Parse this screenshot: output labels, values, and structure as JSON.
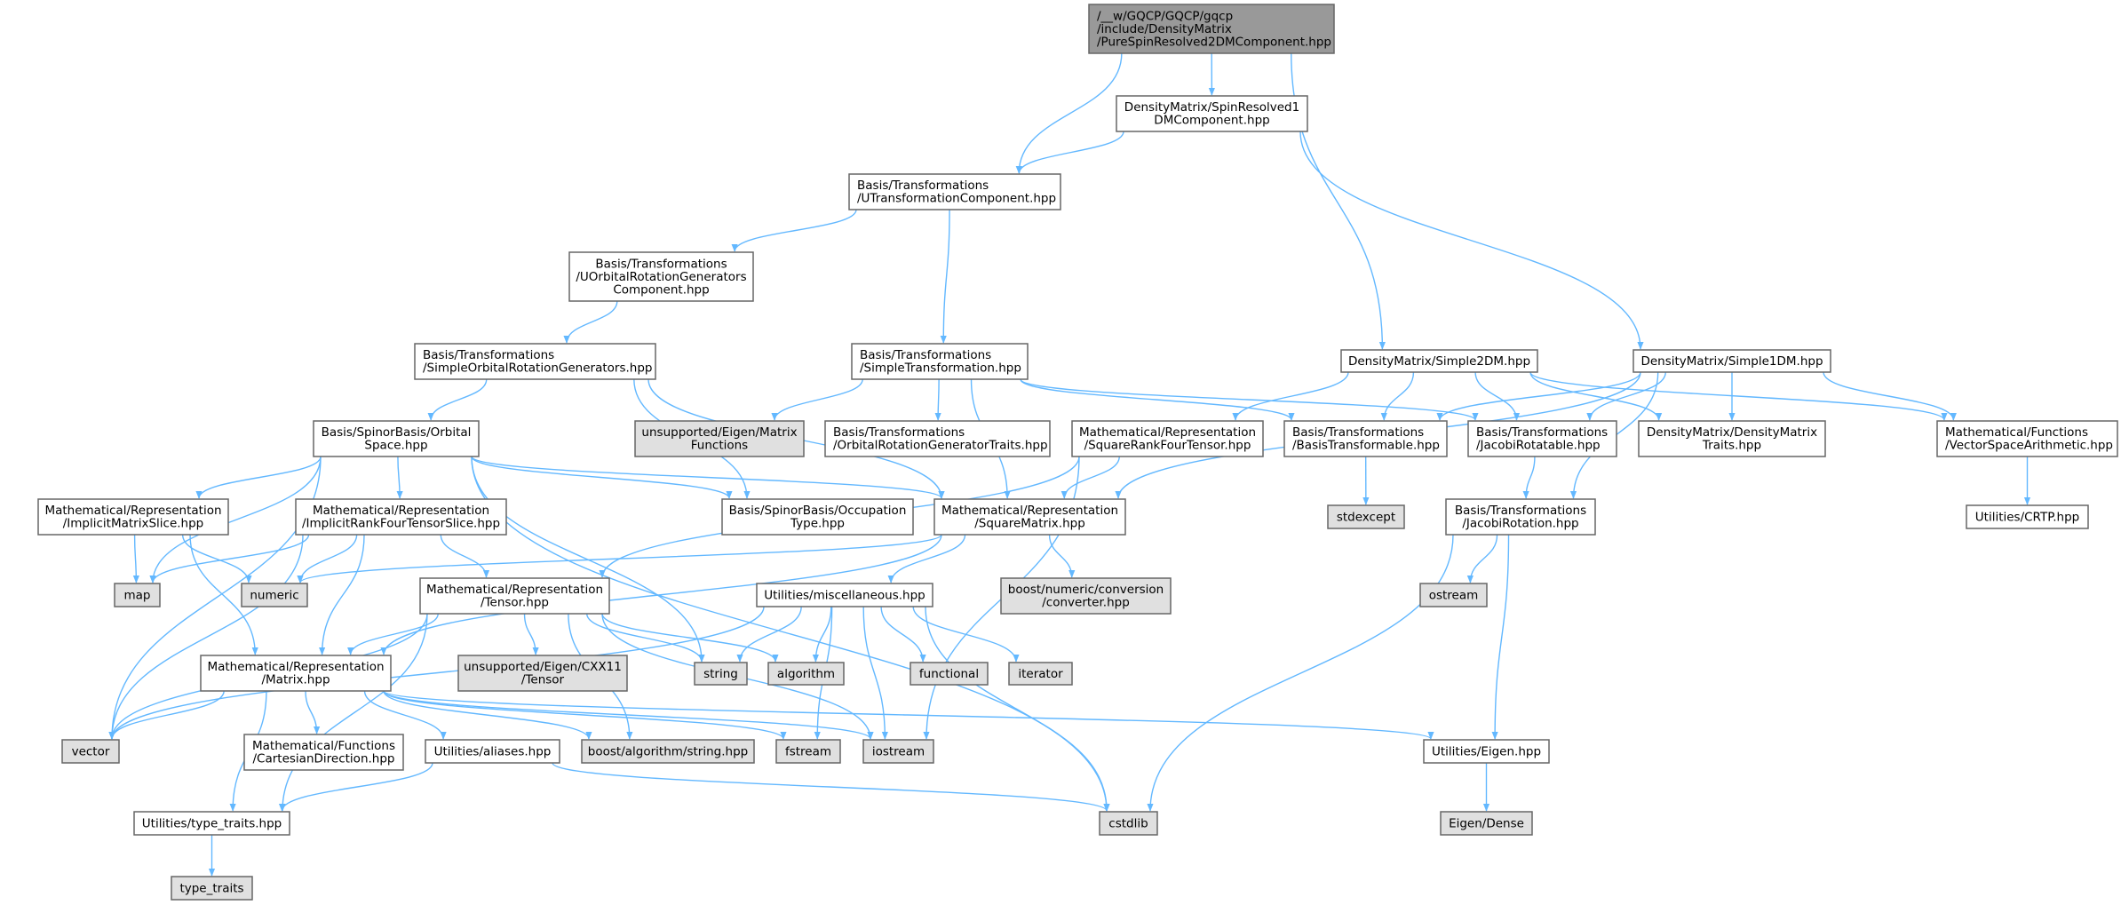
{
  "title": "Include dependency graph for PureSpinResolved2DMComponent.hpp",
  "colors": {
    "edge": "#63b8ff",
    "root_fill": "#999999",
    "external_fill": "#e0e0e0",
    "internal_fill": "#ffffff",
    "border": "#666666"
  },
  "nodes": [
    {
      "id": "root",
      "kind": "root",
      "align": "left",
      "lines": [
        "/__w/GQCP/GQCP/gqcp",
        "/include/DensityMatrix",
        "/PureSpinResolved2DMComponent.hpp"
      ]
    },
    {
      "id": "sr1dm",
      "kind": "internal",
      "lines": [
        "DensityMatrix/SpinResolved1",
        "DMComponent.hpp"
      ]
    },
    {
      "id": "utc",
      "kind": "internal",
      "align": "left",
      "lines": [
        "Basis/Transformations",
        "/UTransformationComponent.hpp"
      ]
    },
    {
      "id": "uorgc",
      "kind": "internal",
      "lines": [
        "Basis/Transformations",
        "/UOrbitalRotationGenerators",
        "Component.hpp"
      ]
    },
    {
      "id": "sorg",
      "kind": "internal",
      "align": "left",
      "lines": [
        "Basis/Transformations",
        "/SimpleOrbitalRotationGenerators.hpp"
      ]
    },
    {
      "id": "st",
      "kind": "internal",
      "align": "left",
      "lines": [
        "Basis/Transformations",
        "/SimpleTransformation.hpp"
      ]
    },
    {
      "id": "s2dm",
      "kind": "internal",
      "lines": [
        "DensityMatrix/Simple2DM.hpp"
      ]
    },
    {
      "id": "s1dm",
      "kind": "internal",
      "lines": [
        "DensityMatrix/Simple1DM.hpp"
      ]
    },
    {
      "id": "os",
      "kind": "internal",
      "lines": [
        "Basis/SpinorBasis/Orbital",
        "Space.hpp"
      ]
    },
    {
      "id": "mf",
      "kind": "external",
      "lines": [
        "unsupported/Eigen/Matrix",
        "Functions"
      ]
    },
    {
      "id": "orgt",
      "kind": "internal",
      "align": "left",
      "lines": [
        "Basis/Transformations",
        "/OrbitalRotationGeneratorTraits.hpp"
      ]
    },
    {
      "id": "srft",
      "kind": "internal",
      "lines": [
        "Mathematical/Representation",
        "/SquareRankFourTensor.hpp"
      ]
    },
    {
      "id": "bt",
      "kind": "internal",
      "align": "left",
      "lines": [
        "Basis/Transformations",
        "/BasisTransformable.hpp"
      ]
    },
    {
      "id": "jr",
      "kind": "internal",
      "align": "left",
      "lines": [
        "Basis/Transformations",
        "/JacobiRotatable.hpp"
      ]
    },
    {
      "id": "dmt",
      "kind": "internal",
      "lines": [
        "DensityMatrix/DensityMatrix",
        "Traits.hpp"
      ]
    },
    {
      "id": "vsa",
      "kind": "internal",
      "align": "left",
      "lines": [
        "Mathematical/Functions",
        "/VectorSpaceArithmetic.hpp"
      ]
    },
    {
      "id": "ims",
      "kind": "internal",
      "lines": [
        "Mathematical/Representation",
        "/ImplicitMatrixSlice.hpp"
      ]
    },
    {
      "id": "irfts",
      "kind": "internal",
      "lines": [
        "Mathematical/Representation",
        "/ImplicitRankFourTensorSlice.hpp"
      ]
    },
    {
      "id": "ot",
      "kind": "internal",
      "lines": [
        "Basis/SpinorBasis/Occupation",
        "Type.hpp"
      ]
    },
    {
      "id": "sm",
      "kind": "internal",
      "lines": [
        "Mathematical/Representation",
        "/SquareMatrix.hpp"
      ]
    },
    {
      "id": "stdexcept",
      "kind": "external",
      "lines": [
        "stdexcept"
      ]
    },
    {
      "id": "jrot",
      "kind": "internal",
      "lines": [
        "Basis/Transformations",
        "/JacobiRotation.hpp"
      ]
    },
    {
      "id": "crtp",
      "kind": "internal",
      "lines": [
        "Utilities/CRTP.hpp"
      ]
    },
    {
      "id": "map",
      "kind": "external",
      "lines": [
        "map"
      ]
    },
    {
      "id": "numeric",
      "kind": "external",
      "lines": [
        "numeric"
      ]
    },
    {
      "id": "tensor",
      "kind": "internal",
      "lines": [
        "Mathematical/Representation",
        "/Tensor.hpp"
      ]
    },
    {
      "id": "misc",
      "kind": "internal",
      "lines": [
        "Utilities/miscellaneous.hpp"
      ]
    },
    {
      "id": "bnc",
      "kind": "external",
      "lines": [
        "boost/numeric/conversion",
        "/converter.hpp"
      ]
    },
    {
      "id": "ostream",
      "kind": "external",
      "lines": [
        "ostream"
      ]
    },
    {
      "id": "string",
      "kind": "external",
      "lines": [
        "string"
      ]
    },
    {
      "id": "algorithm",
      "kind": "external",
      "lines": [
        "algorithm"
      ]
    },
    {
      "id": "functional",
      "kind": "external",
      "lines": [
        "functional"
      ]
    },
    {
      "id": "iterator",
      "kind": "external",
      "lines": [
        "iterator"
      ]
    },
    {
      "id": "cxx11",
      "kind": "external",
      "lines": [
        "unsupported/Eigen/CXX11",
        "/Tensor"
      ]
    },
    {
      "id": "matrix",
      "kind": "internal",
      "lines": [
        "Mathematical/Representation",
        "/Matrix.hpp"
      ]
    },
    {
      "id": "vector",
      "kind": "external",
      "lines": [
        "vector"
      ]
    },
    {
      "id": "cart",
      "kind": "internal",
      "lines": [
        "Mathematical/Functions",
        "/CartesianDirection.hpp"
      ]
    },
    {
      "id": "aliases",
      "kind": "internal",
      "lines": [
        "Utilities/aliases.hpp"
      ]
    },
    {
      "id": "bas",
      "kind": "external",
      "lines": [
        "boost/algorithm/string.hpp"
      ]
    },
    {
      "id": "fstream",
      "kind": "external",
      "lines": [
        "fstream"
      ]
    },
    {
      "id": "iostream",
      "kind": "external",
      "lines": [
        "iostream"
      ]
    },
    {
      "id": "eigen",
      "kind": "internal",
      "lines": [
        "Utilities/Eigen.hpp"
      ]
    },
    {
      "id": "cstdlib",
      "kind": "external",
      "lines": [
        "cstdlib"
      ]
    },
    {
      "id": "dense",
      "kind": "external",
      "lines": [
        "Eigen/Dense"
      ]
    },
    {
      "id": "tth",
      "kind": "internal",
      "lines": [
        "Utilities/type_traits.hpp"
      ]
    },
    {
      "id": "tt",
      "kind": "external",
      "lines": [
        "type_traits"
      ]
    }
  ],
  "edges": [
    [
      "root",
      "utc"
    ],
    [
      "root",
      "sr1dm"
    ],
    [
      "root",
      "s2dm"
    ],
    [
      "sr1dm",
      "utc"
    ],
    [
      "sr1dm",
      "s1dm"
    ],
    [
      "utc",
      "uorgc"
    ],
    [
      "utc",
      "st"
    ],
    [
      "uorgc",
      "sorg"
    ],
    [
      "sorg",
      "os"
    ],
    [
      "sorg",
      "ot"
    ],
    [
      "sorg",
      "sm"
    ],
    [
      "st",
      "sm"
    ],
    [
      "st",
      "mf"
    ],
    [
      "st",
      "orgt"
    ],
    [
      "st",
      "bt"
    ],
    [
      "st",
      "jr"
    ],
    [
      "s2dm",
      "srft"
    ],
    [
      "s2dm",
      "bt"
    ],
    [
      "s2dm",
      "jr"
    ],
    [
      "s2dm",
      "dmt"
    ],
    [
      "s2dm",
      "vsa"
    ],
    [
      "s1dm",
      "bt"
    ],
    [
      "s1dm",
      "jr"
    ],
    [
      "s1dm",
      "dmt"
    ],
    [
      "s1dm",
      "vsa"
    ],
    [
      "s1dm",
      "sm"
    ],
    [
      "s1dm",
      "jrot"
    ],
    [
      "os",
      "vector"
    ],
    [
      "os",
      "ims"
    ],
    [
      "os",
      "map"
    ],
    [
      "os",
      "irfts"
    ],
    [
      "os",
      "string"
    ],
    [
      "os",
      "ot"
    ],
    [
      "os",
      "sm"
    ],
    [
      "os",
      "cstdlib"
    ],
    [
      "ims",
      "map"
    ],
    [
      "ims",
      "numeric"
    ],
    [
      "ims",
      "matrix"
    ],
    [
      "irfts",
      "map"
    ],
    [
      "irfts",
      "numeric"
    ],
    [
      "irfts",
      "vector"
    ],
    [
      "irfts",
      "matrix"
    ],
    [
      "irfts",
      "tensor"
    ],
    [
      "srft",
      "sm"
    ],
    [
      "srft",
      "tensor"
    ],
    [
      "srft",
      "iostream"
    ],
    [
      "sm",
      "numeric"
    ],
    [
      "sm",
      "matrix"
    ],
    [
      "sm",
      "misc"
    ],
    [
      "sm",
      "bnc"
    ],
    [
      "bt",
      "stdexcept"
    ],
    [
      "jr",
      "jrot"
    ],
    [
      "jrot",
      "ostream"
    ],
    [
      "jrot",
      "eigen"
    ],
    [
      "jrot",
      "cstdlib"
    ],
    [
      "vsa",
      "crtp"
    ],
    [
      "tensor",
      "vector"
    ],
    [
      "tensor",
      "matrix"
    ],
    [
      "tensor",
      "cxx11"
    ],
    [
      "tensor",
      "string"
    ],
    [
      "tensor",
      "algorithm"
    ],
    [
      "tensor",
      "iostream"
    ],
    [
      "tensor",
      "bas"
    ],
    [
      "tensor",
      "tth"
    ],
    [
      "misc",
      "vector"
    ],
    [
      "misc",
      "string"
    ],
    [
      "misc",
      "algorithm"
    ],
    [
      "misc",
      "functional"
    ],
    [
      "misc",
      "iterator"
    ],
    [
      "misc",
      "fstream"
    ],
    [
      "misc",
      "iostream"
    ],
    [
      "misc",
      "cstdlib"
    ],
    [
      "matrix",
      "vector"
    ],
    [
      "matrix",
      "tth"
    ],
    [
      "matrix",
      "cart"
    ],
    [
      "matrix",
      "aliases"
    ],
    [
      "matrix",
      "bas"
    ],
    [
      "matrix",
      "fstream"
    ],
    [
      "matrix",
      "iostream"
    ],
    [
      "matrix",
      "eigen"
    ],
    [
      "aliases",
      "tth"
    ],
    [
      "aliases",
      "cstdlib"
    ],
    [
      "tth",
      "tt"
    ],
    [
      "eigen",
      "dense"
    ]
  ]
}
